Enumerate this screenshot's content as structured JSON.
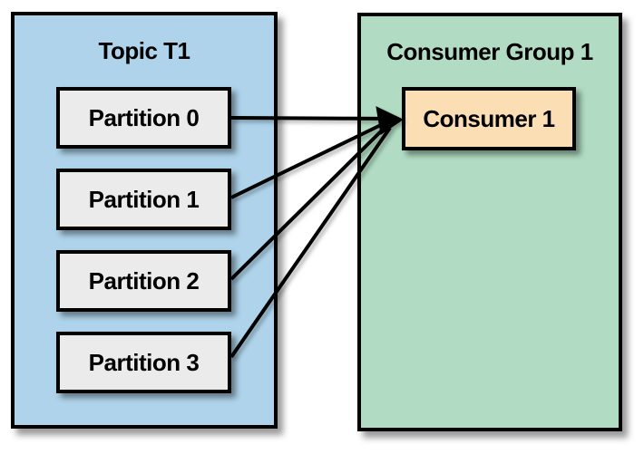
{
  "topic": {
    "title": "Topic T1",
    "partitions": [
      {
        "label": "Partition 0"
      },
      {
        "label": "Partition 1"
      },
      {
        "label": "Partition 2"
      },
      {
        "label": "Partition 3"
      }
    ]
  },
  "consumer_group": {
    "title": "Consumer Group 1",
    "consumers": [
      {
        "label": "Consumer 1"
      }
    ]
  },
  "colors": {
    "topic_fill": "#aed3ea",
    "consumer_group_fill": "#b1dcc3",
    "partition_fill": "#ebebeb",
    "consumer_fill": "#fcdeb4",
    "outline": "#000000",
    "arrow": "#000000"
  }
}
